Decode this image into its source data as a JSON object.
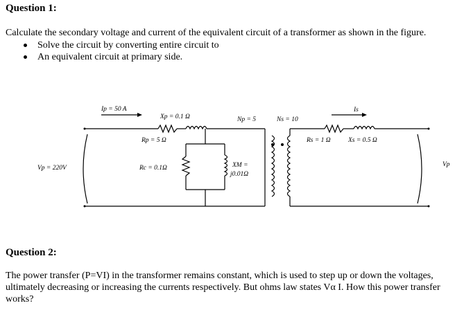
{
  "question1": {
    "heading": "Question 1:",
    "intro": "Calculate the secondary voltage and current of the equivalent circuit of a transformer as shown in the figure.",
    "bullets": [
      "Solve the circuit by converting entire circuit to",
      "An equivalent circuit at primary side."
    ]
  },
  "circuit": {
    "labels": {
      "ip": "Ip = 50 A",
      "xp": "Xp = 0.1 Ω",
      "rp": "Rp = 5 Ω",
      "np": "Np = 5",
      "ns": "Ns = 10",
      "is": "Is",
      "rs": "Rs = 1 Ω",
      "xs": "Xs = 0.5 Ω",
      "vp_left": "Vp = 220V",
      "rc": "Rc = 0.1Ω",
      "xm_top": "XM =",
      "xm_bottom": "j0.01Ω",
      "vp_right": "Vp"
    }
  },
  "question2": {
    "heading": "Question 2:",
    "text": "The power transfer (P=VI) in the transformer remains constant, which is used to step up or down the voltages, ultimately decreasing or increasing the currents respectively. But ohms law states Vα I. How this power transfer works?"
  }
}
